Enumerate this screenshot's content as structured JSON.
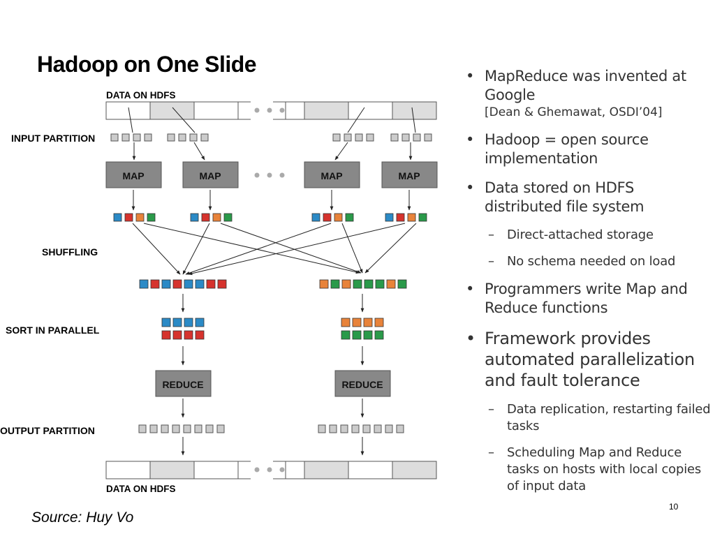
{
  "slide": {
    "title": "Hadoop on One Slide",
    "source": "Source: Huy Vo",
    "page_number": "10"
  },
  "diagram": {
    "labels": {
      "data_on_hdfs_top": "DATA ON HDFS",
      "input_partition": "INPUT PARTITION",
      "shuffling": "SHUFFLING",
      "sort_in_parallel": "SORT IN PARALLEL",
      "output_partition": "OUTPUT PARTITION",
      "data_on_hdfs_bottom": "DATA ON HDFS"
    },
    "map_label": "MAP",
    "reduce_label": "REDUCE",
    "colors": {
      "blue": "#2b8ac6",
      "red": "#d6332d",
      "orange": "#e8833a",
      "green": "#2a9a4a",
      "gray_box": "#cccccc",
      "node_fill": "#888888"
    }
  },
  "bullets": [
    {
      "text": "MapReduce was invented at Google",
      "cite": "[Dean & Ghemawat, OSDI’04]"
    },
    {
      "text": "Hadoop = open source implementation"
    },
    {
      "text": "Data stored on HDFS distributed file system"
    },
    {
      "text": "Direct-attached storage"
    },
    {
      "text": "No schema needed on load"
    },
    {
      "text": "Programmers write Map and Reduce functions"
    },
    {
      "text": "Framework provides automated parallelization and fault tolerance"
    },
    {
      "text": "Data replication, restarting failed tasks"
    },
    {
      "text": "Scheduling Map and Reduce tasks on hosts with local copies of input data"
    }
  ]
}
